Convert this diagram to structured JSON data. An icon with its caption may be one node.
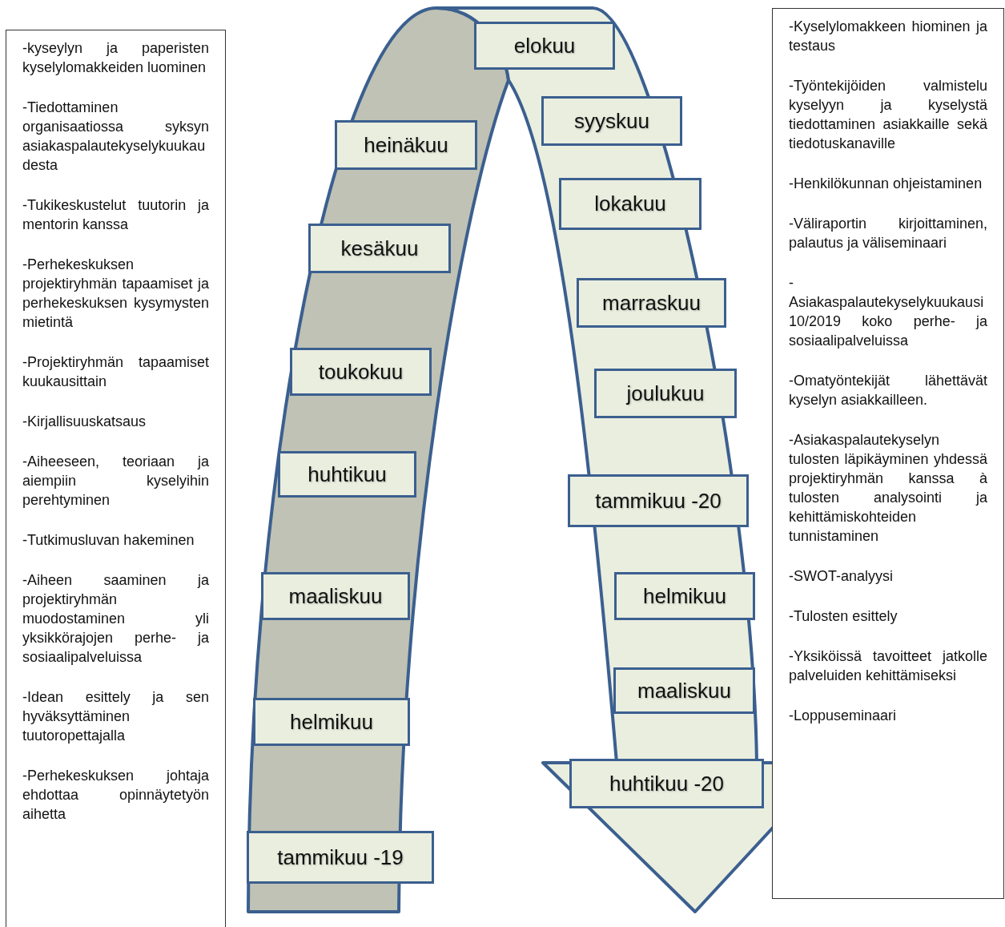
{
  "diagram": {
    "nodes": [
      {
        "text": [
          "-kyseylyn ja paperisten kyselylomakkeiden luominen",
          "-Tiedottaminen organisaatiossa syksyn asiakaspalautekyselykuukaudesta",
          "-Tukikeskustelut tuutorin ja mentorin kanssa",
          "-Perhekeskuksen projektiryhmän tapaamiset ja perhekeskuksen kysymysten mietintä",
          "-Projektiryhmän tapaamiset kuukausittain",
          "-Kirjallisuuskatsaus",
          "-Aiheeseen, teoriaan ja aiempiin kyselyihin perehtyminen",
          "-Tutkimusluvan hakeminen",
          "-Aiheen saaminen ja projektiryhmän muodostaminen yli yksikkörajojen perhe- ja sosiaalipalveluissa",
          "-Idean esittely ja sen hyväksyttäminen tuutoropettajalla",
          "-Perhekeskuksen johtaja ehdottaa opinnäytetyön aihetta"
        ]
      },
      {
        "text": [
          "tammikuu -19"
        ]
      },
      {
        "text": [
          "helmikuu"
        ]
      },
      {
        "text": [
          "maaliskuu"
        ]
      },
      {
        "text": [
          "huhtikuu"
        ]
      },
      {
        "text": [
          "toukokuu"
        ]
      },
      {
        "text": [
          "kesäkuu"
        ]
      },
      {
        "text": [
          "heinäkuu"
        ]
      },
      {
        "text": [
          "elokuu"
        ]
      },
      {
        "text": [
          "syyskuu"
        ]
      },
      {
        "text": [
          "lokakuu"
        ]
      },
      {
        "text": [
          "marraskuu"
        ]
      },
      {
        "text": [
          "joulukuu"
        ]
      },
      {
        "text": [
          "tammikuu -20"
        ]
      },
      {
        "text": [
          "helmikuu"
        ]
      },
      {
        "text": [
          "maaliskuu"
        ]
      },
      {
        "text": [
          "huhtikuu -20"
        ]
      },
      {
        "text": [
          "-Kyselylomakkeen hiominen ja testaus",
          "-Työntekijöiden valmistelu kyselyyn ja kyselystä tiedottaminen asiakkaille sekä tiedotuskanaville",
          "-Henkilökunnan ohjeistaminen",
          "-Väliraportin kirjoittaminen, palautus ja väliseminaari",
          "-Asiakaspalautekyselykuukausi 10/2019 koko perhe- ja sosiaalipalveluissa",
          "-Omatyöntekijät lähettävät kyselyn asiakkailleen.",
          "-Asiakaspalautekyselyn tulosten läpikäyminen yhdessä projektiryhmän kanssa à tulosten analysointi ja kehittämiskohteiden tunnistaminen",
          "-SWOT-analyysi",
          "-Tulosten esittely",
          "-Yksiköissä tavoitteet jatkolle palveluiden kehittämiseksi",
          "-Loppuseminaari"
        ]
      }
    ]
  }
}
